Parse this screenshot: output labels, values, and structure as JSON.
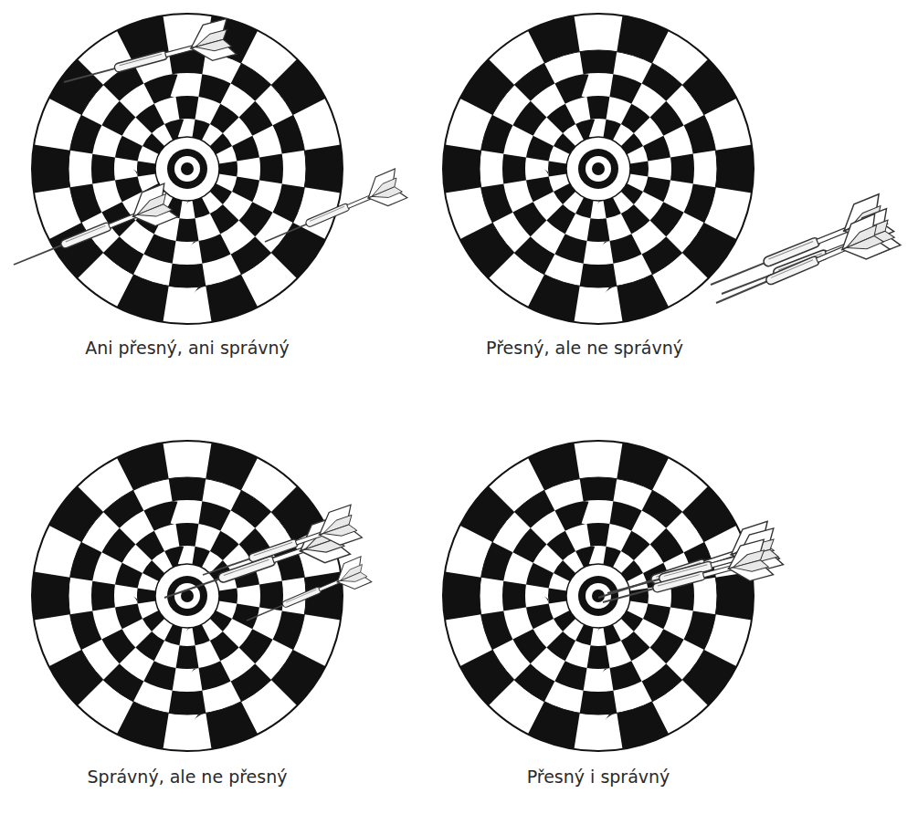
{
  "diagram": {
    "labels": [
      "Ani přesný, ani správný",
      "Přesný, ale ne správný",
      "Správný, ale ne přesný",
      "Přesný i správný"
    ]
  }
}
